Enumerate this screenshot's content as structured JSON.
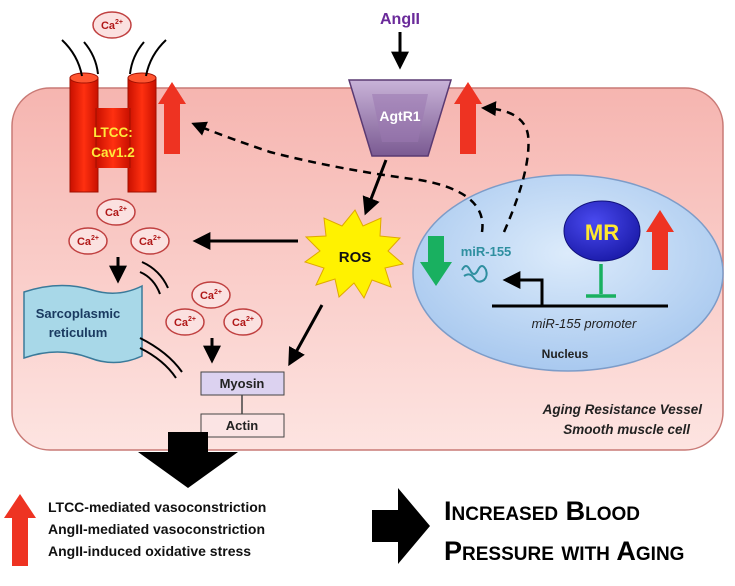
{
  "ligand": "AngII",
  "receptor": "AgtR1",
  "channel": {
    "line1": "LTCC:",
    "line2": "Cav1.2"
  },
  "ros": "ROS",
  "mr": "MR",
  "mirna": "miR-155",
  "promoter": "miR-155 promoter",
  "nucleus": "Nucleus",
  "reticulum": {
    "line1": "Sarcoplasmic",
    "line2": "reticulum"
  },
  "myosin": "Myosin",
  "actin": "Actin",
  "cell_caption": {
    "line1": "Aging Resistance Vessel",
    "line2": "Smooth muscle cell"
  },
  "calcium": {
    "base": "Ca",
    "charge": "2+"
  },
  "effects": [
    "LTCC-mediated vasoconstriction",
    "AngII-mediated vasoconstriction",
    "AngII-induced oxidative stress"
  ],
  "outcome": {
    "line1": "Increased Blood",
    "line2": "Pressure with Aging"
  },
  "colors": {
    "cell_fill": "#f8c4c0",
    "cell_stroke": "#c97a76",
    "up_arrow": "#ee3322",
    "down_arrow": "#19b060",
    "ligand_text": "#6a2a9a",
    "receptor_fill": "#9a78b0",
    "nucleus_fill": "#bcd8f4",
    "mr_fill": "#2b2bd0",
    "mr_text": "#ffe830",
    "ros_fill": "#fff200",
    "mirna_text": "#2f8fa0",
    "inhibit": "#19b060",
    "calcium_text": "#b01818",
    "reticulum_fill": "#a8d8e8"
  }
}
